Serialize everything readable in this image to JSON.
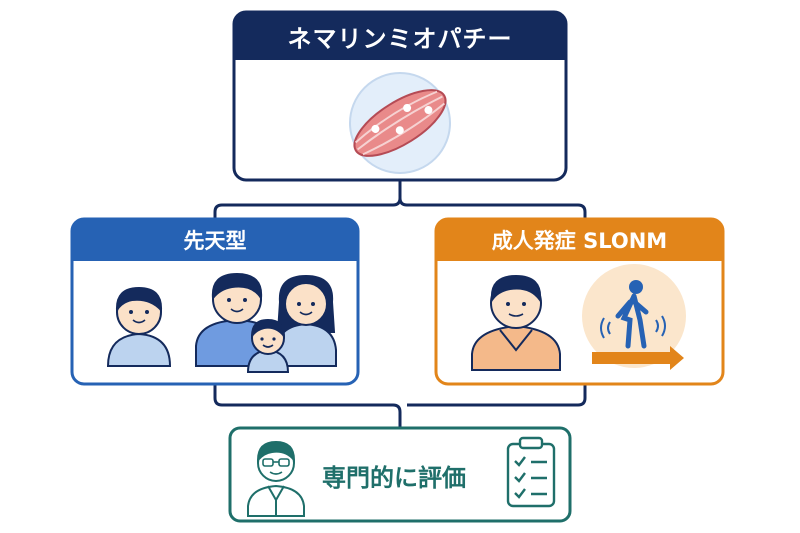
{
  "diagram": {
    "top": {
      "title": "ネマリンミオパチー",
      "icon": "muscle-fiber-icon"
    },
    "left": {
      "title": "先天型",
      "icon": "family-icon"
    },
    "right": {
      "title": "成人発症 SLONM",
      "icons": [
        "adult-man-icon",
        "walking-difficulty-icon"
      ]
    },
    "bottom": {
      "title": "専門的に評価",
      "icons": [
        "doctor-icon",
        "checklist-icon"
      ]
    }
  },
  "colors": {
    "navy": "#142a5c",
    "blue": "#2662b4",
    "orange": "#e2851a",
    "teal": "#1f6f6a",
    "connector": "#142a5c"
  }
}
